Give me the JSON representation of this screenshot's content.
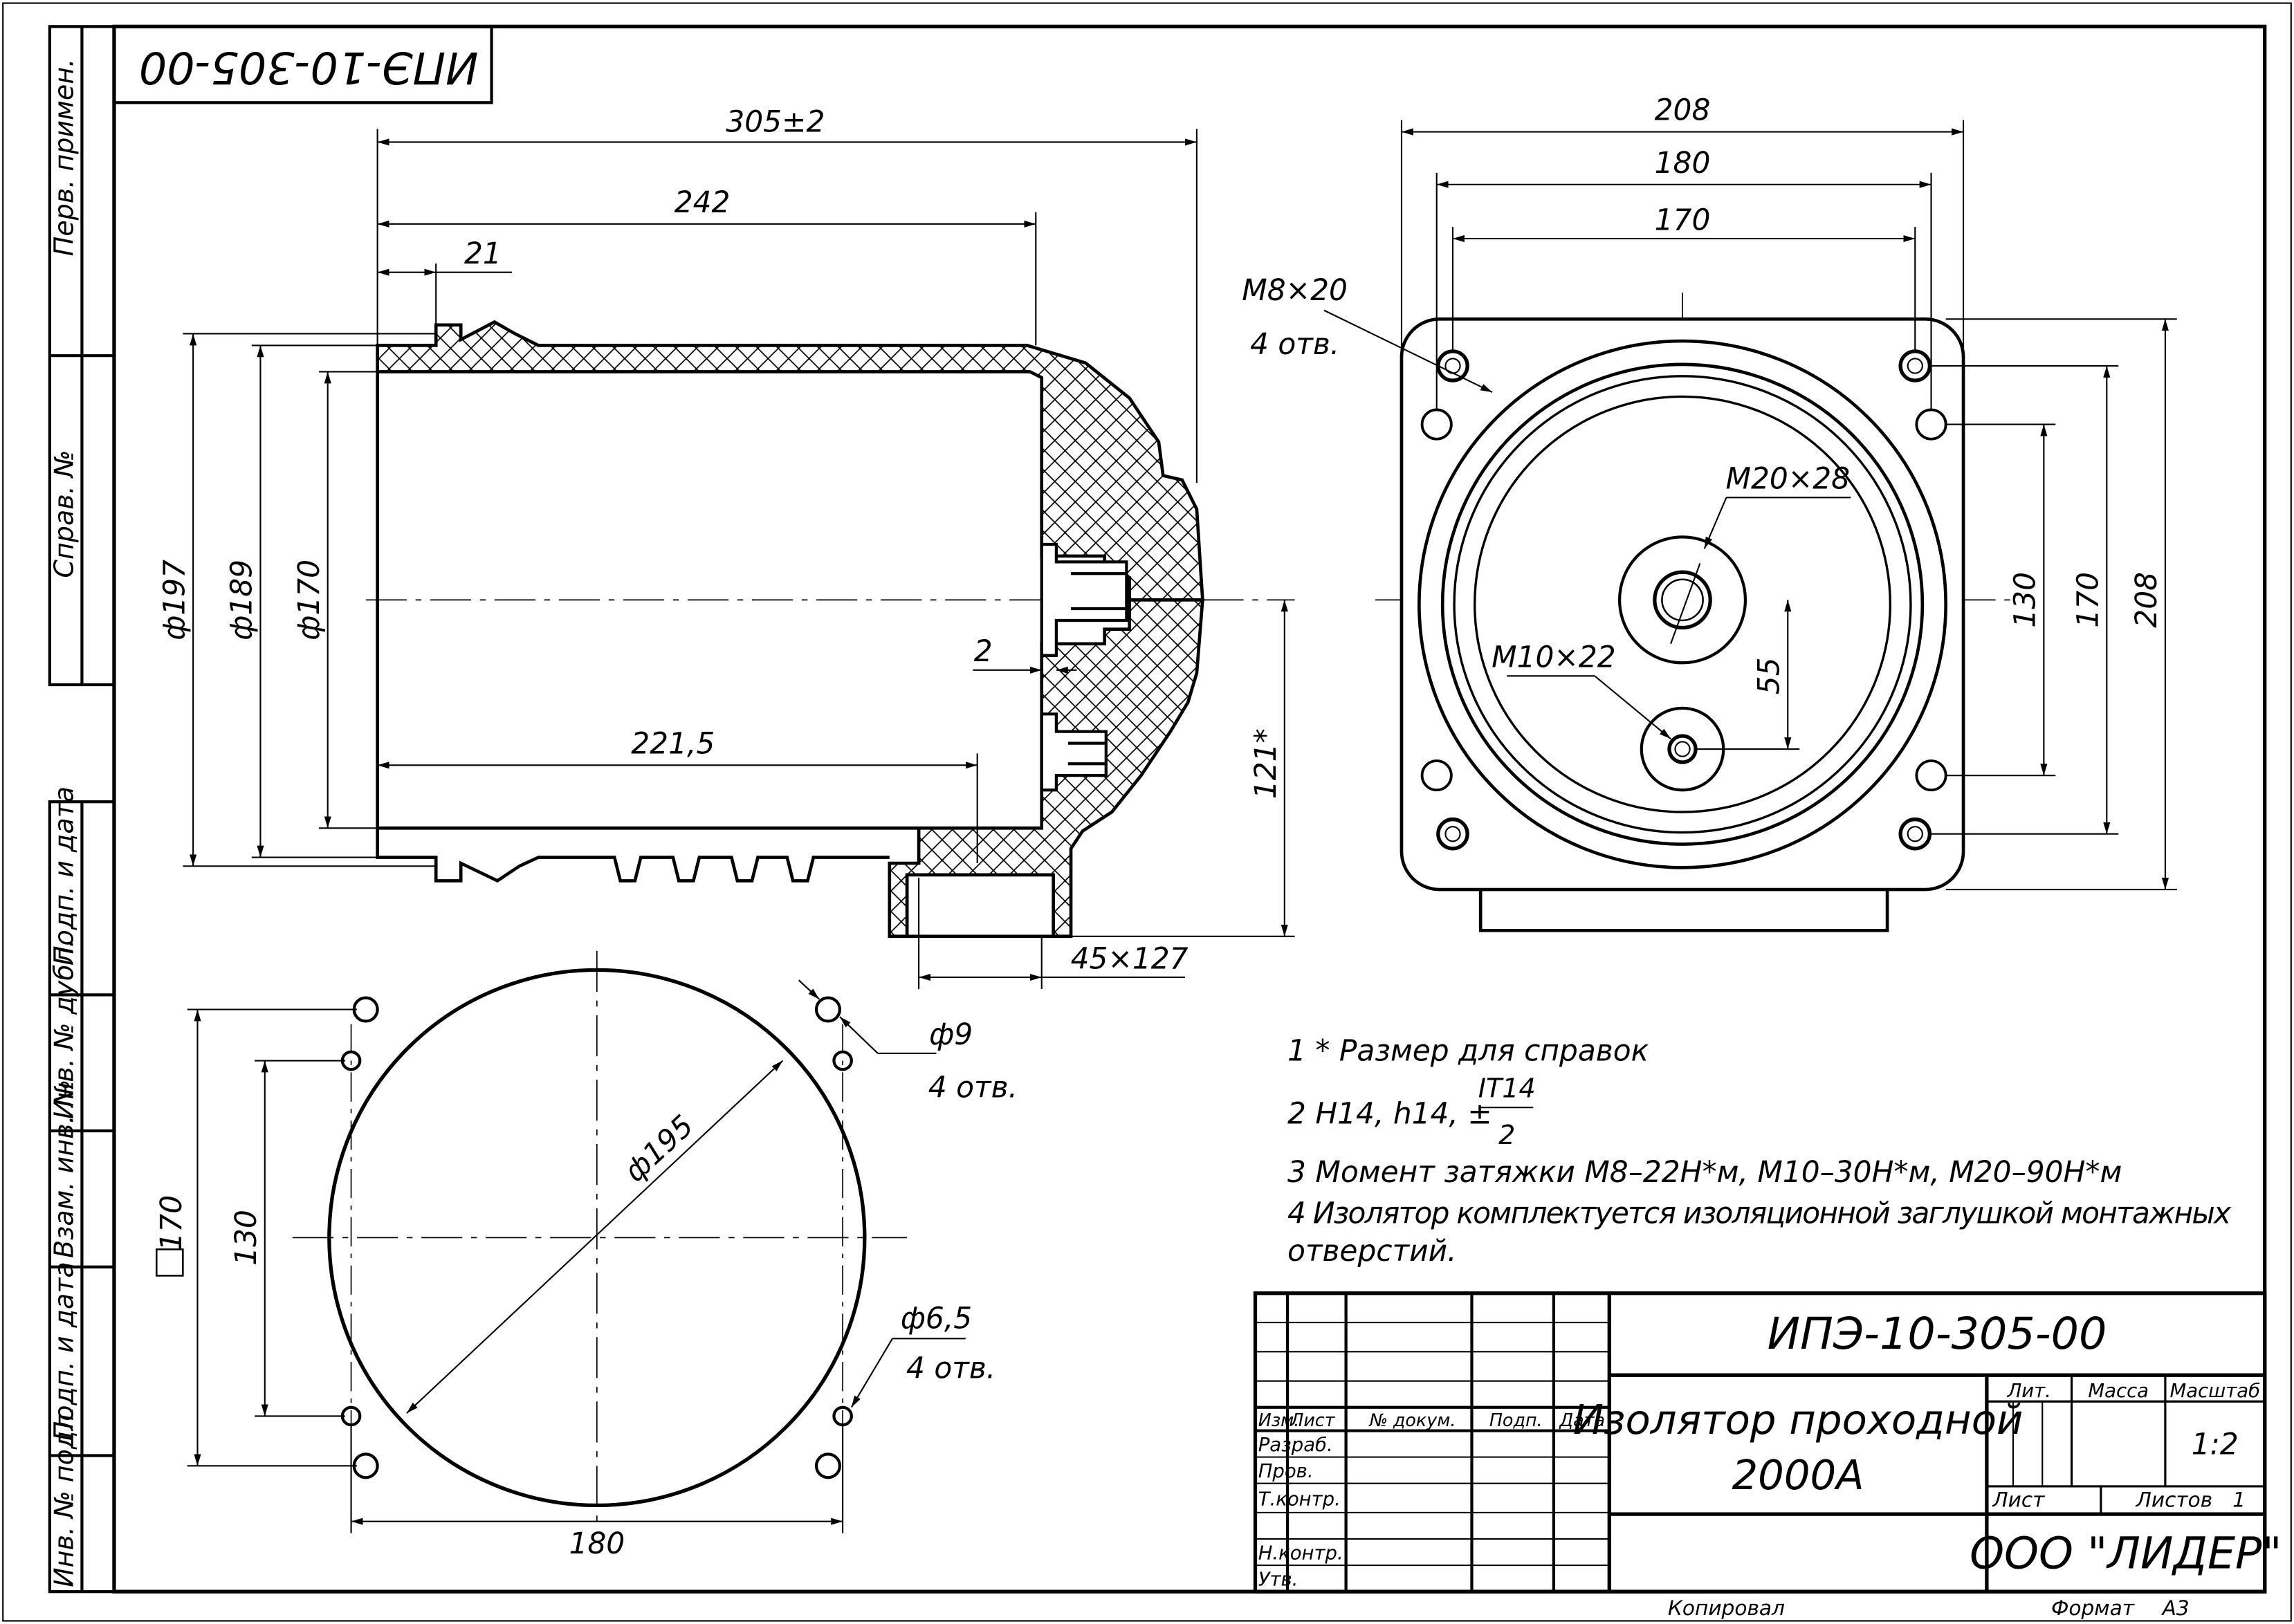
{
  "drawing_code": "ИПЭ-10-305-00",
  "drawing_code_corner": "ИПЭ-10-305-00",
  "side_view": {
    "dims": {
      "overall_length": "305±2",
      "length_242": "242",
      "length_21": "21",
      "inner_221": "221,5",
      "gap_2": "2",
      "flange": "45×127",
      "dia_197": "ф197",
      "dia_189": "ф189",
      "dia_170": "ф170",
      "ref_121": "121*"
    }
  },
  "front_view": {
    "dims": {
      "w208": "208",
      "w180": "180",
      "w170": "170",
      "h130": "130",
      "h170": "170",
      "h208": "208",
      "h55": "55",
      "thread_m8": "M8×20",
      "holes_4": "4 отв.",
      "thread_m20": "M20×28",
      "thread_m10": "M10×22"
    }
  },
  "mount_view": {
    "dims": {
      "dia_195": "ф195",
      "hole_9": "ф9",
      "holes_4a": "4 отв.",
      "hole_65": "ф6,5",
      "holes_4b": "4 отв.",
      "w180": "180",
      "h130": "130",
      "square_170": "170"
    }
  },
  "notes": {
    "n1": "1  * Размер для справок",
    "n2_prefix": "2  H14, h14, ±",
    "n2_num": "IT14",
    "n2_den": "2",
    "n3": "3  Момент затяжки М8–22Н*м, М10–30Н*м, М20–90Н*м",
    "n4a": "4  Изолятор комплектуется изоляционной заглушкой монтажных",
    "n4b": "отверстий."
  },
  "title_block": {
    "code": "ИПЭ-10-305-00",
    "name_line1": "Изолятор проходной",
    "name_line2": "2000А",
    "col_izm": "Изм.",
    "col_list": "Лист",
    "col_doc": "№ докум.",
    "col_podp": "Подп.",
    "col_data": "Дата",
    "row_razrab": "Разраб.",
    "row_prov": "Пров.",
    "row_tkontr": "Т.контр.",
    "row_nkontr": "Н.контр.",
    "row_utv": "Утв.",
    "lit": "Лит.",
    "massa": "Масса",
    "masshtab": "Масштаб",
    "scale_value": "1:2",
    "sheet": "Лист",
    "sheets": "Листов",
    "sheets_value": "1",
    "company": "ООО \"ЛИДЕР\"",
    "kopiroval": "Копировал",
    "format": "Формат",
    "format_value": "А3"
  },
  "side_stamps": {
    "perv_primen": "Перв. примен.",
    "sprav_no": "Справ. №",
    "podp_data_1": "Подп. и дата",
    "inv_dubl": "Инв. № дубл.",
    "vzam_inv": "Взам. инв. №",
    "podp_data_2": "Подп. и дата",
    "inv_podl": "Инв. № подл."
  }
}
